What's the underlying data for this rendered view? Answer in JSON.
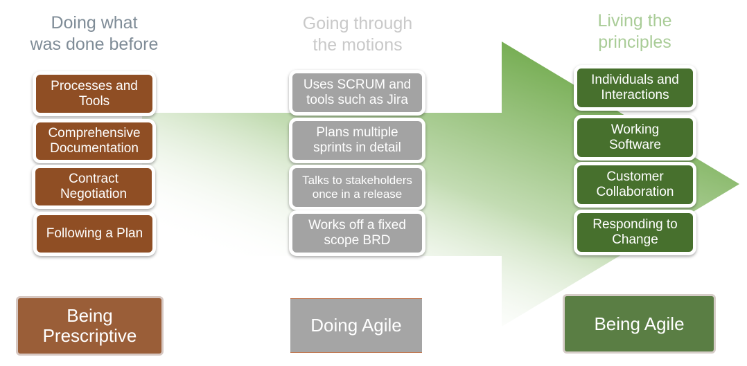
{
  "colors": {
    "brown": "#8f4e24",
    "grey": "#a3a3a3",
    "green": "#47702d",
    "arrow_green": "#70a950"
  },
  "columns": [
    {
      "title": "Doing what\nwas done before",
      "items": [
        "Processes and\nTools",
        "Comprehensive\nDocumentation",
        "Contract\nNegotiation",
        "Following a Plan"
      ],
      "summary": "Being\nPrescriptive"
    },
    {
      "title": "Going through\nthe motions",
      "items": [
        "Uses SCRUM and\ntools such as Jira",
        "Plans multiple\nsprints in detail",
        "Talks to stakeholders\nonce in a release",
        "Works off a fixed\nscope BRD"
      ],
      "summary": "Doing Agile"
    },
    {
      "title": "Living the\nprinciples",
      "items": [
        "Individuals and\nInteractions",
        "Working\nSoftware",
        "Customer\nCollaboration",
        "Responding to\nChange"
      ],
      "summary": "Being Agile"
    }
  ]
}
